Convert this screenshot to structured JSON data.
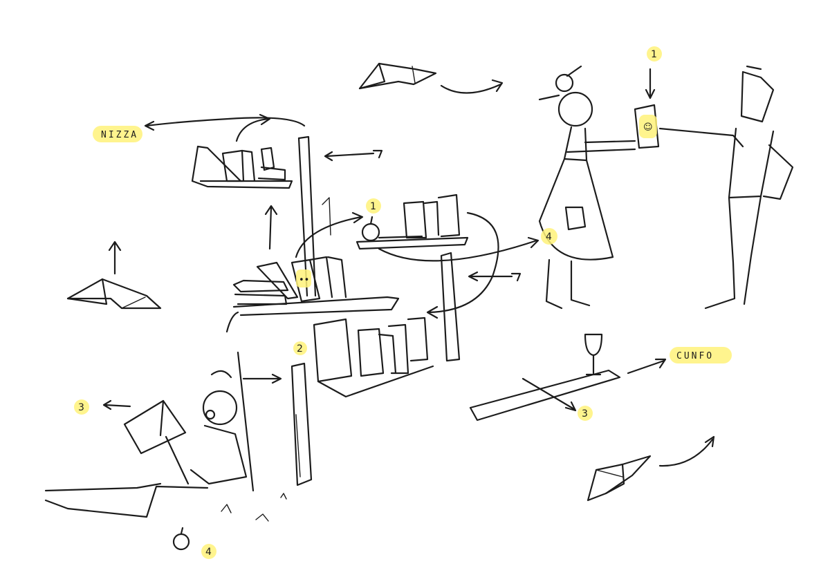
{
  "labels": {
    "left_word": "NIZZA",
    "right_word": "CUNFO"
  },
  "markers": {
    "top_right": "1",
    "shelf_apple": "1",
    "post": "2",
    "reader": "3",
    "ground_apple": "4",
    "skirt": "4",
    "beam": "3"
  },
  "faces": {
    "book_on_shelf": "••",
    "book_in_hand": "☺"
  },
  "colors": {
    "ink": "#1c1c1c",
    "highlight": "#fff27a",
    "paper": "#ffffff"
  }
}
